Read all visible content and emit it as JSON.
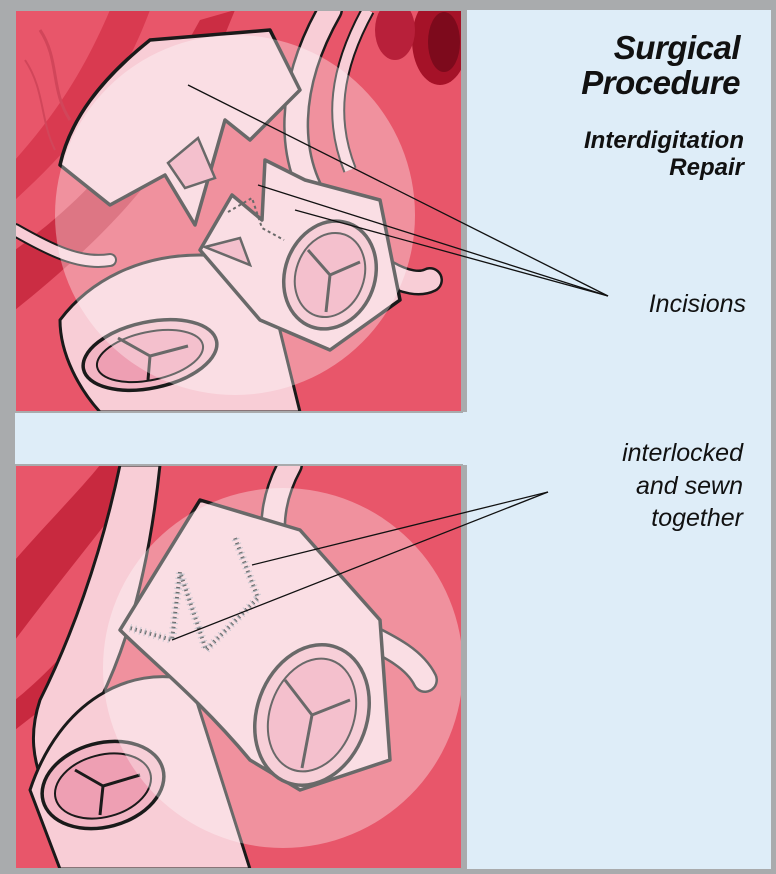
{
  "title": "Surgical Procedure",
  "subtitle": "Interdigitation Repair",
  "labels": {
    "incisions": "Incisions",
    "sewn": "interlocked and sewn together"
  },
  "colors": {
    "frame": "#a9abad",
    "info_panel": "#deedf8",
    "tissue": "#e8566a",
    "vessel": "#f8cdd6",
    "valve": "#ee9fb3",
    "outline": "#1a1a1a"
  }
}
